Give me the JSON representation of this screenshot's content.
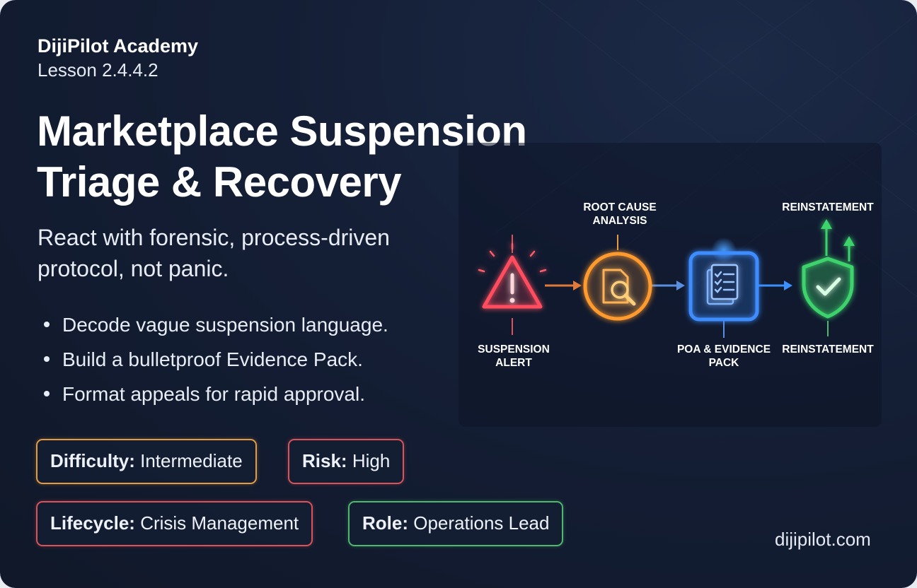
{
  "header": {
    "brand": "DijiPilot Academy",
    "lesson": "Lesson 2.4.4.2"
  },
  "title": {
    "line1": "Marketplace Suspension",
    "line2": "Triage & Recovery"
  },
  "subtitle": "React with forensic, process-driven protocol, not panic.",
  "bullets": [
    "Decode vague suspension language.",
    "Build a bulletproof Evidence Pack.",
    "Format appeals for rapid approval."
  ],
  "tags": [
    {
      "key": "Difficulty:",
      "value": "Intermediate",
      "color": "#e59a44"
    },
    {
      "key": "Risk:",
      "value": "High",
      "color": "#d9535a"
    },
    {
      "key": "Lifecycle:",
      "value": "Crisis Management",
      "color": "#d9535a"
    },
    {
      "key": "Role:",
      "value": "Operations Lead",
      "color": "#4fb86c"
    }
  ],
  "diagram": {
    "steps": [
      {
        "label": "SUSPENSION ALERT",
        "icon": "warning-triangle-icon",
        "color": "#ff4d5e"
      },
      {
        "label": "ROOT CAUSE ANALYSIS",
        "icon": "document-search-icon",
        "color": "#ff9a2e"
      },
      {
        "label": "POA & EVIDENCE PACK",
        "icon": "checklist-documents-icon",
        "color": "#3c8dff"
      },
      {
        "label": "REINSTATEMENT",
        "icon": "shield-check-icon",
        "color": "#3ed26c"
      }
    ],
    "extra_label": "REINSTATEMENT"
  },
  "footer": {
    "site": "dijipilot.com"
  }
}
